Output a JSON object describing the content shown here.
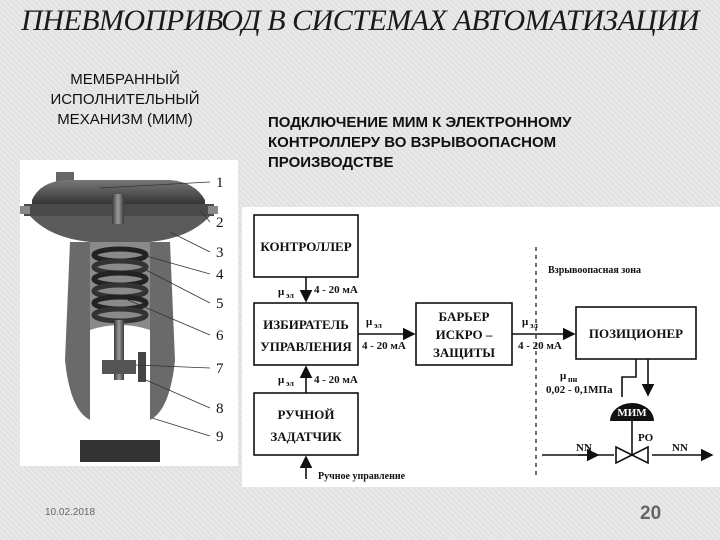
{
  "slide": {
    "title": "ПНЕВМОПРИВОД В СИСТЕМАХ АВТОМАТИЗАЦИИ",
    "left_heading": "МЕМБРАННЫЙ\nИСПОЛНИТЕЛЬНЫЙ\nМЕХАНИЗМ (МИМ)",
    "right_heading": "ПОДКЛЮЧЕНИЕ МИМ К ЭЛЕКТРОННОМУ\nКОНТРОЛЛЕРУ ВО ВЗРЫВООПАСНОМ\nПРОИЗВОДСТВЕ",
    "date": "10.02.2018",
    "page_number": "20"
  },
  "mechanism": {
    "callouts": [
      "1",
      "2",
      "3",
      "4",
      "5",
      "6",
      "7",
      "8",
      "9"
    ]
  },
  "scheme": {
    "blocks": {
      "controller": "КОНТРОЛЛЕР",
      "selector_line1": "ИЗБИРАТЕЛЬ",
      "selector_line2": "УПРАВЛЕНИЯ",
      "barrier_line1": "БАРЬЕР",
      "barrier_line2": "ИСКРО –",
      "barrier_line3": "ЗАЩИТЫ",
      "positioner": "ПОЗИЦИОНЕР",
      "manual_line1": "РУЧНОЙ",
      "manual_line2": "ЗАДАТЧИК",
      "mim": "МИМ"
    },
    "signals": {
      "mu": "μ",
      "el": "эл",
      "pn": "пн",
      "current_range": "4 - 20 мА",
      "pressure_range": "0,02 - 0,1МПа"
    },
    "labels": {
      "hazard_zone": "Взрывоопасная зона",
      "manual_control": "Ручное управление",
      "ro": "РО",
      "nn": "NN"
    }
  }
}
